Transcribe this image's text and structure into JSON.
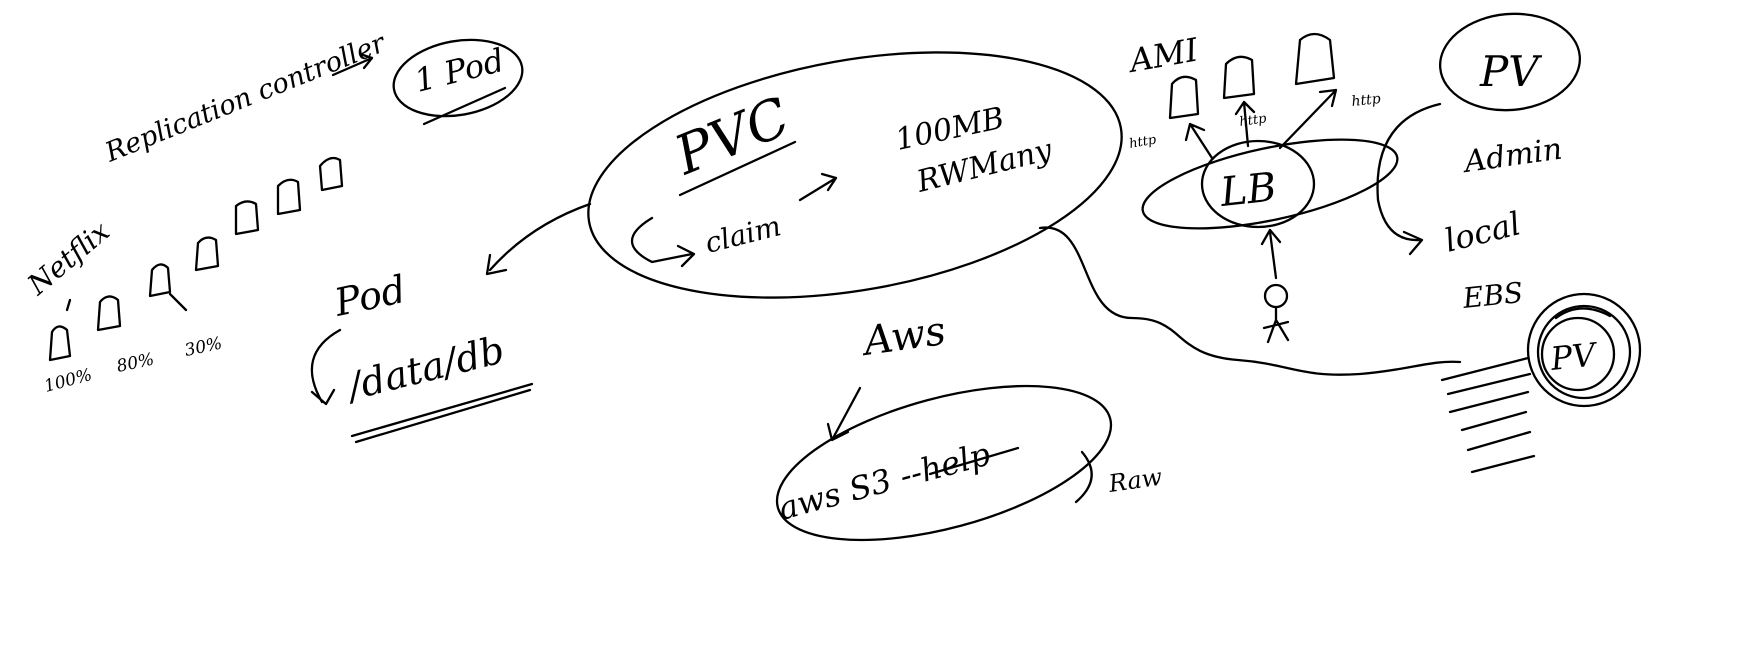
{
  "canvas": {
    "background": "#ffffff",
    "ink": "#000000"
  },
  "labels": {
    "replication_controller": "Replication controller",
    "one_pod": "1 Pod",
    "netflix": "Netflix",
    "pct_100": "100%",
    "pct_80": "80%",
    "pct_30": "30%",
    "pod": "Pod",
    "data_db": "/data/db",
    "pvc": "PVC",
    "pvc_claim": "claim",
    "pvc_size": "100MB",
    "pvc_mode": "RWMany",
    "aws": "Aws",
    "aws_s3": "aws S3 --help",
    "raw": "Raw",
    "ami": "AMI",
    "http_1": "http",
    "http_2": "http",
    "http_3": "http",
    "lb": "LB",
    "pv": "PV",
    "admin": "Admin",
    "local": "local",
    "ebs": "EBS",
    "pv_disk": "PV"
  }
}
